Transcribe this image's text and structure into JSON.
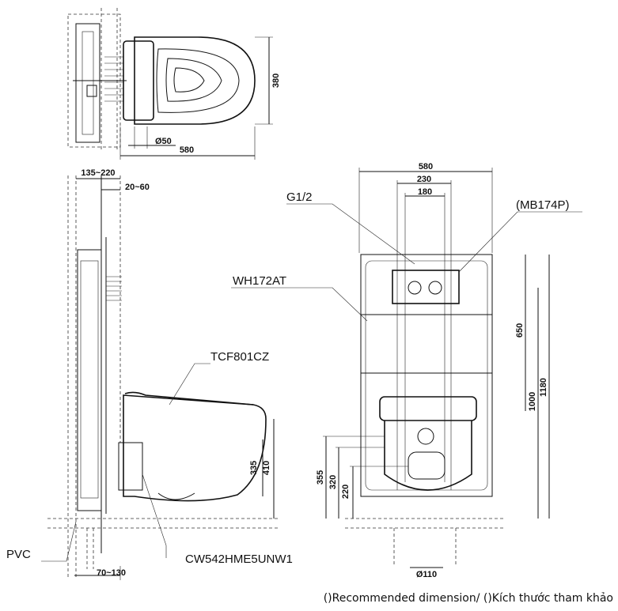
{
  "labels": {
    "g12": "G1/2",
    "mb174p": "(MB174P)",
    "wh172at": "WH172AT",
    "tcf801cz": "TCF801CZ",
    "pvc": "PVC",
    "cw542": "CW542HME5UNW1"
  },
  "dimensions": {
    "top_380": "380",
    "top_o50": "Ø50",
    "top_580": "580",
    "side_135_220": "135~220",
    "side_20_60": "20~60",
    "side_335": "335",
    "side_410": "410",
    "side_70_130": "70~130",
    "front_580": "580",
    "front_230": "230",
    "front_180": "180",
    "front_650": "650",
    "front_1000": "1000",
    "front_1180": "1180",
    "front_355": "355",
    "front_320": "320",
    "front_220": "220",
    "front_o110": "Ø110"
  },
  "footnote": "()Recommended dimension/ ()Kích thước tham khảo"
}
